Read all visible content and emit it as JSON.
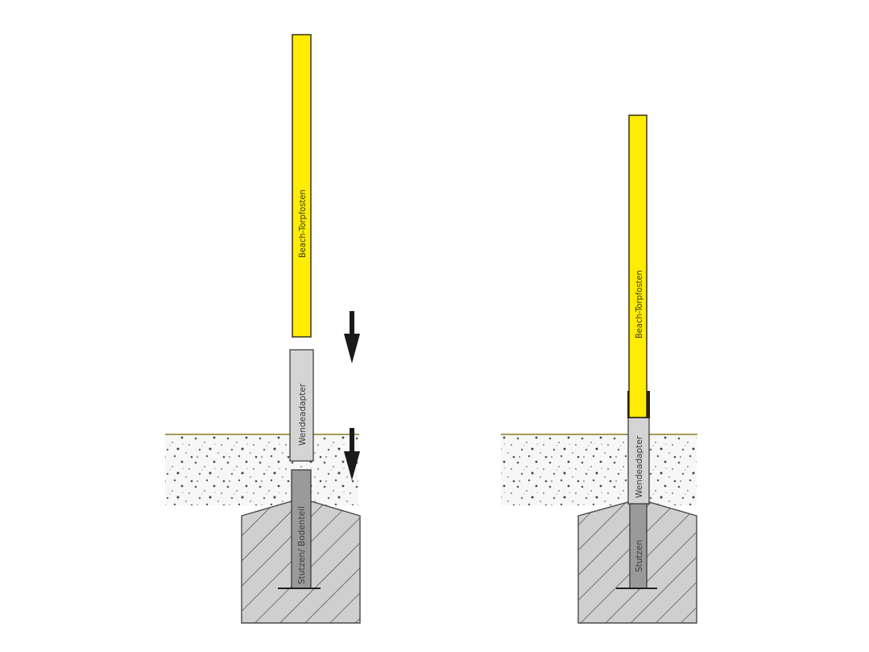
{
  "diagram": {
    "title": "",
    "panels": [
      {
        "id": "before",
        "labels": {
          "post": "Beach-Torpfosten",
          "adapter": "Wendeadapter",
          "socket": "Stutzen/ Bodenteil"
        },
        "arrows": [
          "down-arrow",
          "down-arrow"
        ]
      },
      {
        "id": "after",
        "labels": {
          "post": "Beach-Torpfosten",
          "adapter": "Wendeadapter",
          "socket": "Stutzen"
        }
      }
    ],
    "colors": {
      "post": "#ffec00",
      "post_outline": "#2a2410",
      "adapter": "#d4d4d4",
      "socket": "#9a9a9a",
      "concrete": "#cfcfcf",
      "soil_dots": "#5a5a5a",
      "ground_line": "#8a7a20",
      "arrow": "#1a1a1a"
    }
  }
}
